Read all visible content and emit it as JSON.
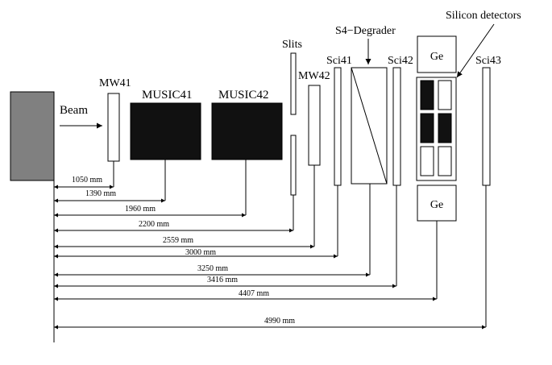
{
  "labels": {
    "beam": "Beam",
    "mw41": "MW41",
    "music41": "MUSIC41",
    "music42": "MUSIC42",
    "slits": "Slits",
    "mw42": "MW42",
    "sci41": "Sci41",
    "degrader": "S4−Degrader",
    "sci42": "Sci42",
    "ge_top": "Ge",
    "ge_bottom": "Ge",
    "sci43": "Sci43",
    "silicon": "Silicon detectors"
  },
  "distances": [
    {
      "id": "mw41",
      "label": "1050 mm"
    },
    {
      "id": "music41",
      "label": "1390 mm"
    },
    {
      "id": "music42",
      "label": "1960 mm"
    },
    {
      "id": "slits",
      "label": "2200 mm"
    },
    {
      "id": "mw42",
      "label": "2559 mm"
    },
    {
      "id": "sci41",
      "label": "3000 mm"
    },
    {
      "id": "degrader",
      "label": "3250 mm"
    },
    {
      "id": "sci42",
      "label": "3416 mm"
    },
    {
      "id": "ge",
      "label": "4407 mm"
    },
    {
      "id": "sci43",
      "label": "4990 mm"
    }
  ],
  "colors": {
    "source_block": "#808080",
    "detector_fill": "#111111"
  }
}
